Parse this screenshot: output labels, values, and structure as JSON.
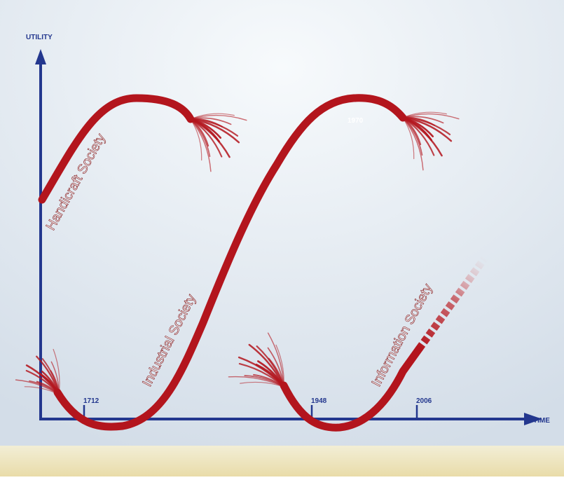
{
  "axes": {
    "y_label": "UTILITY",
    "x_label": "TIME"
  },
  "ticks": [
    {
      "key": "1712",
      "label": "1712"
    },
    {
      "key": "1948",
      "label": "1948"
    },
    {
      "key": "2006",
      "label": "2006"
    }
  ],
  "peak_label": "1970",
  "societies": {
    "handicraft": "Handicraft Society",
    "industrial": "Industrial Society",
    "information": "Information Society"
  },
  "colors": {
    "axis": "#23378e",
    "curve": "#b3151d",
    "curve_light": "#d9646a",
    "bg_top": "#d8e2ec",
    "bg_bottom": "#f6f9fb",
    "band": "#efe3b8"
  }
}
